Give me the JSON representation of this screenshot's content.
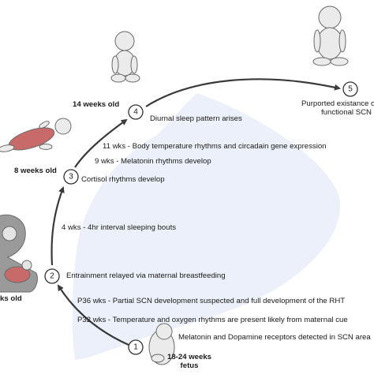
{
  "steps": [
    {
      "number": "1",
      "title_line1": "18-24 weeks",
      "title_line2": "fetus"
    },
    {
      "number": "2",
      "title": "ks old"
    },
    {
      "number": "3",
      "title": "8 weeks old"
    },
    {
      "number": "4",
      "title": "14 weeks old"
    },
    {
      "number": "5",
      "title_line1": "Purported existance o",
      "title_line2": "functional SCN"
    }
  ],
  "events": {
    "melatonin_dopamine": "Melatonin and Dopamine receptors detected in SCN area",
    "p32": "P32 wks - Temperature and oxygen rhythms are present likely from maternal cue",
    "p36": "P36 wks - Partial SCN development suspected and full development of the RHT",
    "entrainment": "Entrainment relayed via maternal breastfeeding",
    "interval_sleep": "4 wks - 4hr interval sleeping bouts",
    "cortisol": "Cortisol rhythms develop",
    "melatonin_rhythms": "9 wks - Melatonin rhythms develop",
    "body_temp": "11 wks - Body temperature rhythms and circadain gene expression",
    "diurnal": "Diurnal sleep pattern arises"
  },
  "colors": {
    "arrow": "#3a3a3a",
    "band": "#e9edf9",
    "skin": "#e8e8e8",
    "skin_outline": "#6a6a6a",
    "onesie": "#c96a6a",
    "mother": "#9a9a9a"
  }
}
